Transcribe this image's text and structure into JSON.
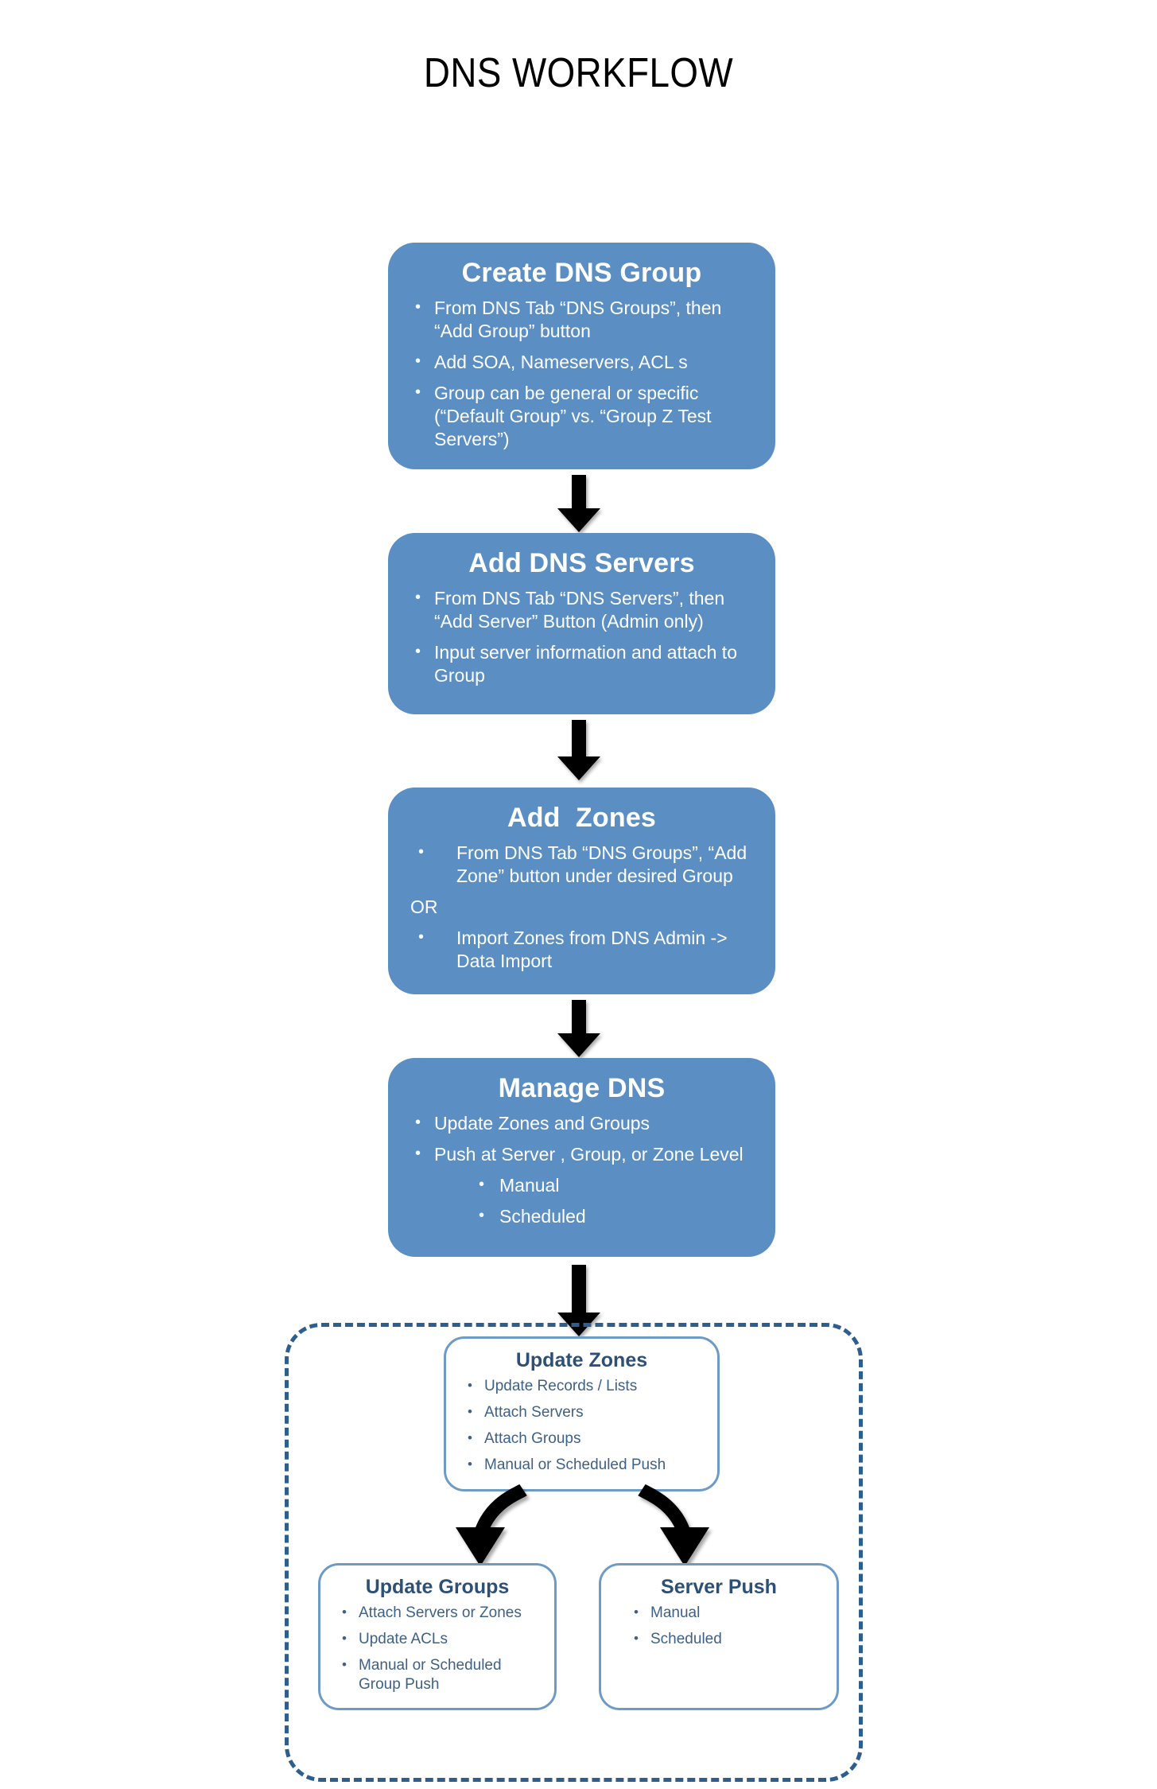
{
  "title": "DNS WORKFLOW",
  "colors": {
    "stage_fill": "#5B8FC4",
    "subbox_border": "#6D9BC6",
    "subbox_text": "#2E5077",
    "dashed_border": "#2E5E8E",
    "arrow": "#000000",
    "title_text": "#000000"
  },
  "stages": [
    {
      "id": "create-dns-group",
      "title": "Create DNS Group",
      "bullets": [
        "From DNS Tab “DNS Groups”, then “Add Group” button",
        "Add SOA, Nameservers, ACL s",
        "Group can be general or specific (“Default Group” vs. “Group Z Test Servers”)"
      ]
    },
    {
      "id": "add-dns-servers",
      "title": "Add DNS Servers",
      "bullets": [
        "From DNS Tab “DNS Servers”, then “Add Server” Button (Admin only)",
        "Input server information and attach to Group"
      ]
    },
    {
      "id": "add-zones",
      "title": "Add  Zones",
      "bullets": [
        "From DNS Tab “DNS Groups”, “Add Zone” button under desired Group"
      ],
      "separator": "OR",
      "bullets_after": [
        "Import Zones from DNS Admin -> Data Import"
      ]
    },
    {
      "id": "manage-dns",
      "title": "Manage DNS",
      "bullets": [
        "Update Zones and Groups",
        "Push at Server , Group, or Zone Level"
      ],
      "sub_bullets": [
        "Manual",
        "Scheduled"
      ]
    }
  ],
  "subboxes": [
    {
      "id": "update-zones",
      "title": "Update Zones",
      "bullets": [
        "Update Records / Lists",
        "Attach Servers",
        "Attach Groups",
        "Manual or Scheduled Push"
      ]
    },
    {
      "id": "update-groups",
      "title": "Update Groups",
      "bullets": [
        "Attach Servers or Zones",
        "Update ACLs",
        "Manual or Scheduled Group Push"
      ]
    },
    {
      "id": "server-push",
      "title": "Server Push",
      "bullets": [
        "Manual",
        "Scheduled"
      ]
    }
  ],
  "arrows": {
    "flow_down_1": "arrow-down-icon",
    "flow_down_2": "arrow-down-icon",
    "flow_down_3": "arrow-down-icon",
    "flow_down_4": "arrow-down-icon",
    "curve_left": "curved-arrow-left-icon",
    "curve_right": "curved-arrow-right-icon"
  }
}
